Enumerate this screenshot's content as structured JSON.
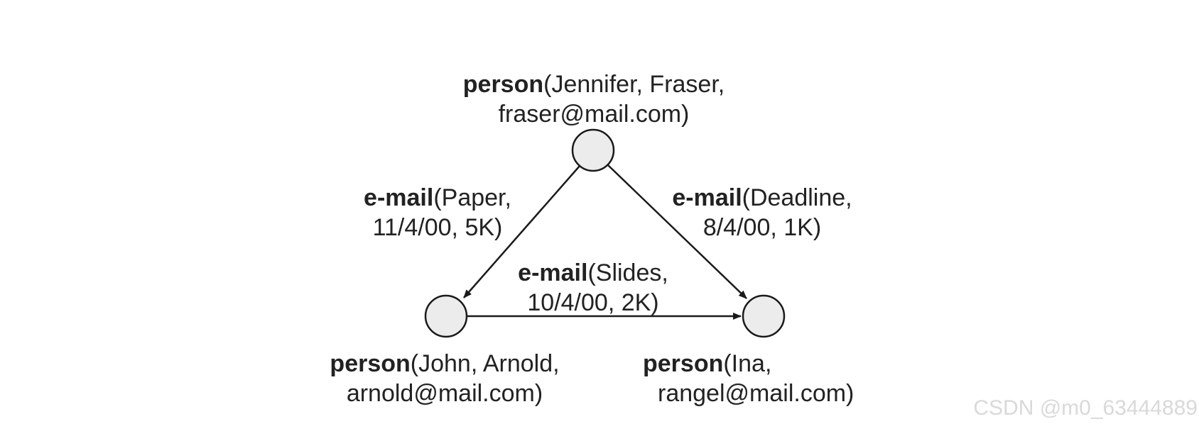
{
  "diagram": {
    "colors": {
      "node_fill": "#ececec",
      "stroke": "#1a1a1a",
      "text": "#222222",
      "watermark": "#d9d9d9"
    },
    "nodes": {
      "jennifer": {
        "kind": "person",
        "args_line1": "(Jennifer, Fraser,",
        "args_line2": "fraser@mail.com)"
      },
      "john": {
        "kind": "person",
        "args_line1": "(John, Arnold,",
        "args_line2": "arnold@mail.com)"
      },
      "ina": {
        "kind": "person",
        "args_line1": "(Ina,",
        "args_line2": "rangel@mail.com)"
      }
    },
    "edges": {
      "paper": {
        "kind": "e-mail",
        "args_line1": "(Paper,",
        "args_line2": "11/4/00, 5K)"
      },
      "deadline": {
        "kind": "e-mail",
        "args_line1": "(Deadline,",
        "args_line2": "8/4/00, 1K)"
      },
      "slides": {
        "kind": "e-mail",
        "args_line1": "(Slides,",
        "args_line2": "10/4/00, 2K)"
      }
    }
  },
  "watermark": "CSDN @m0_63444889"
}
